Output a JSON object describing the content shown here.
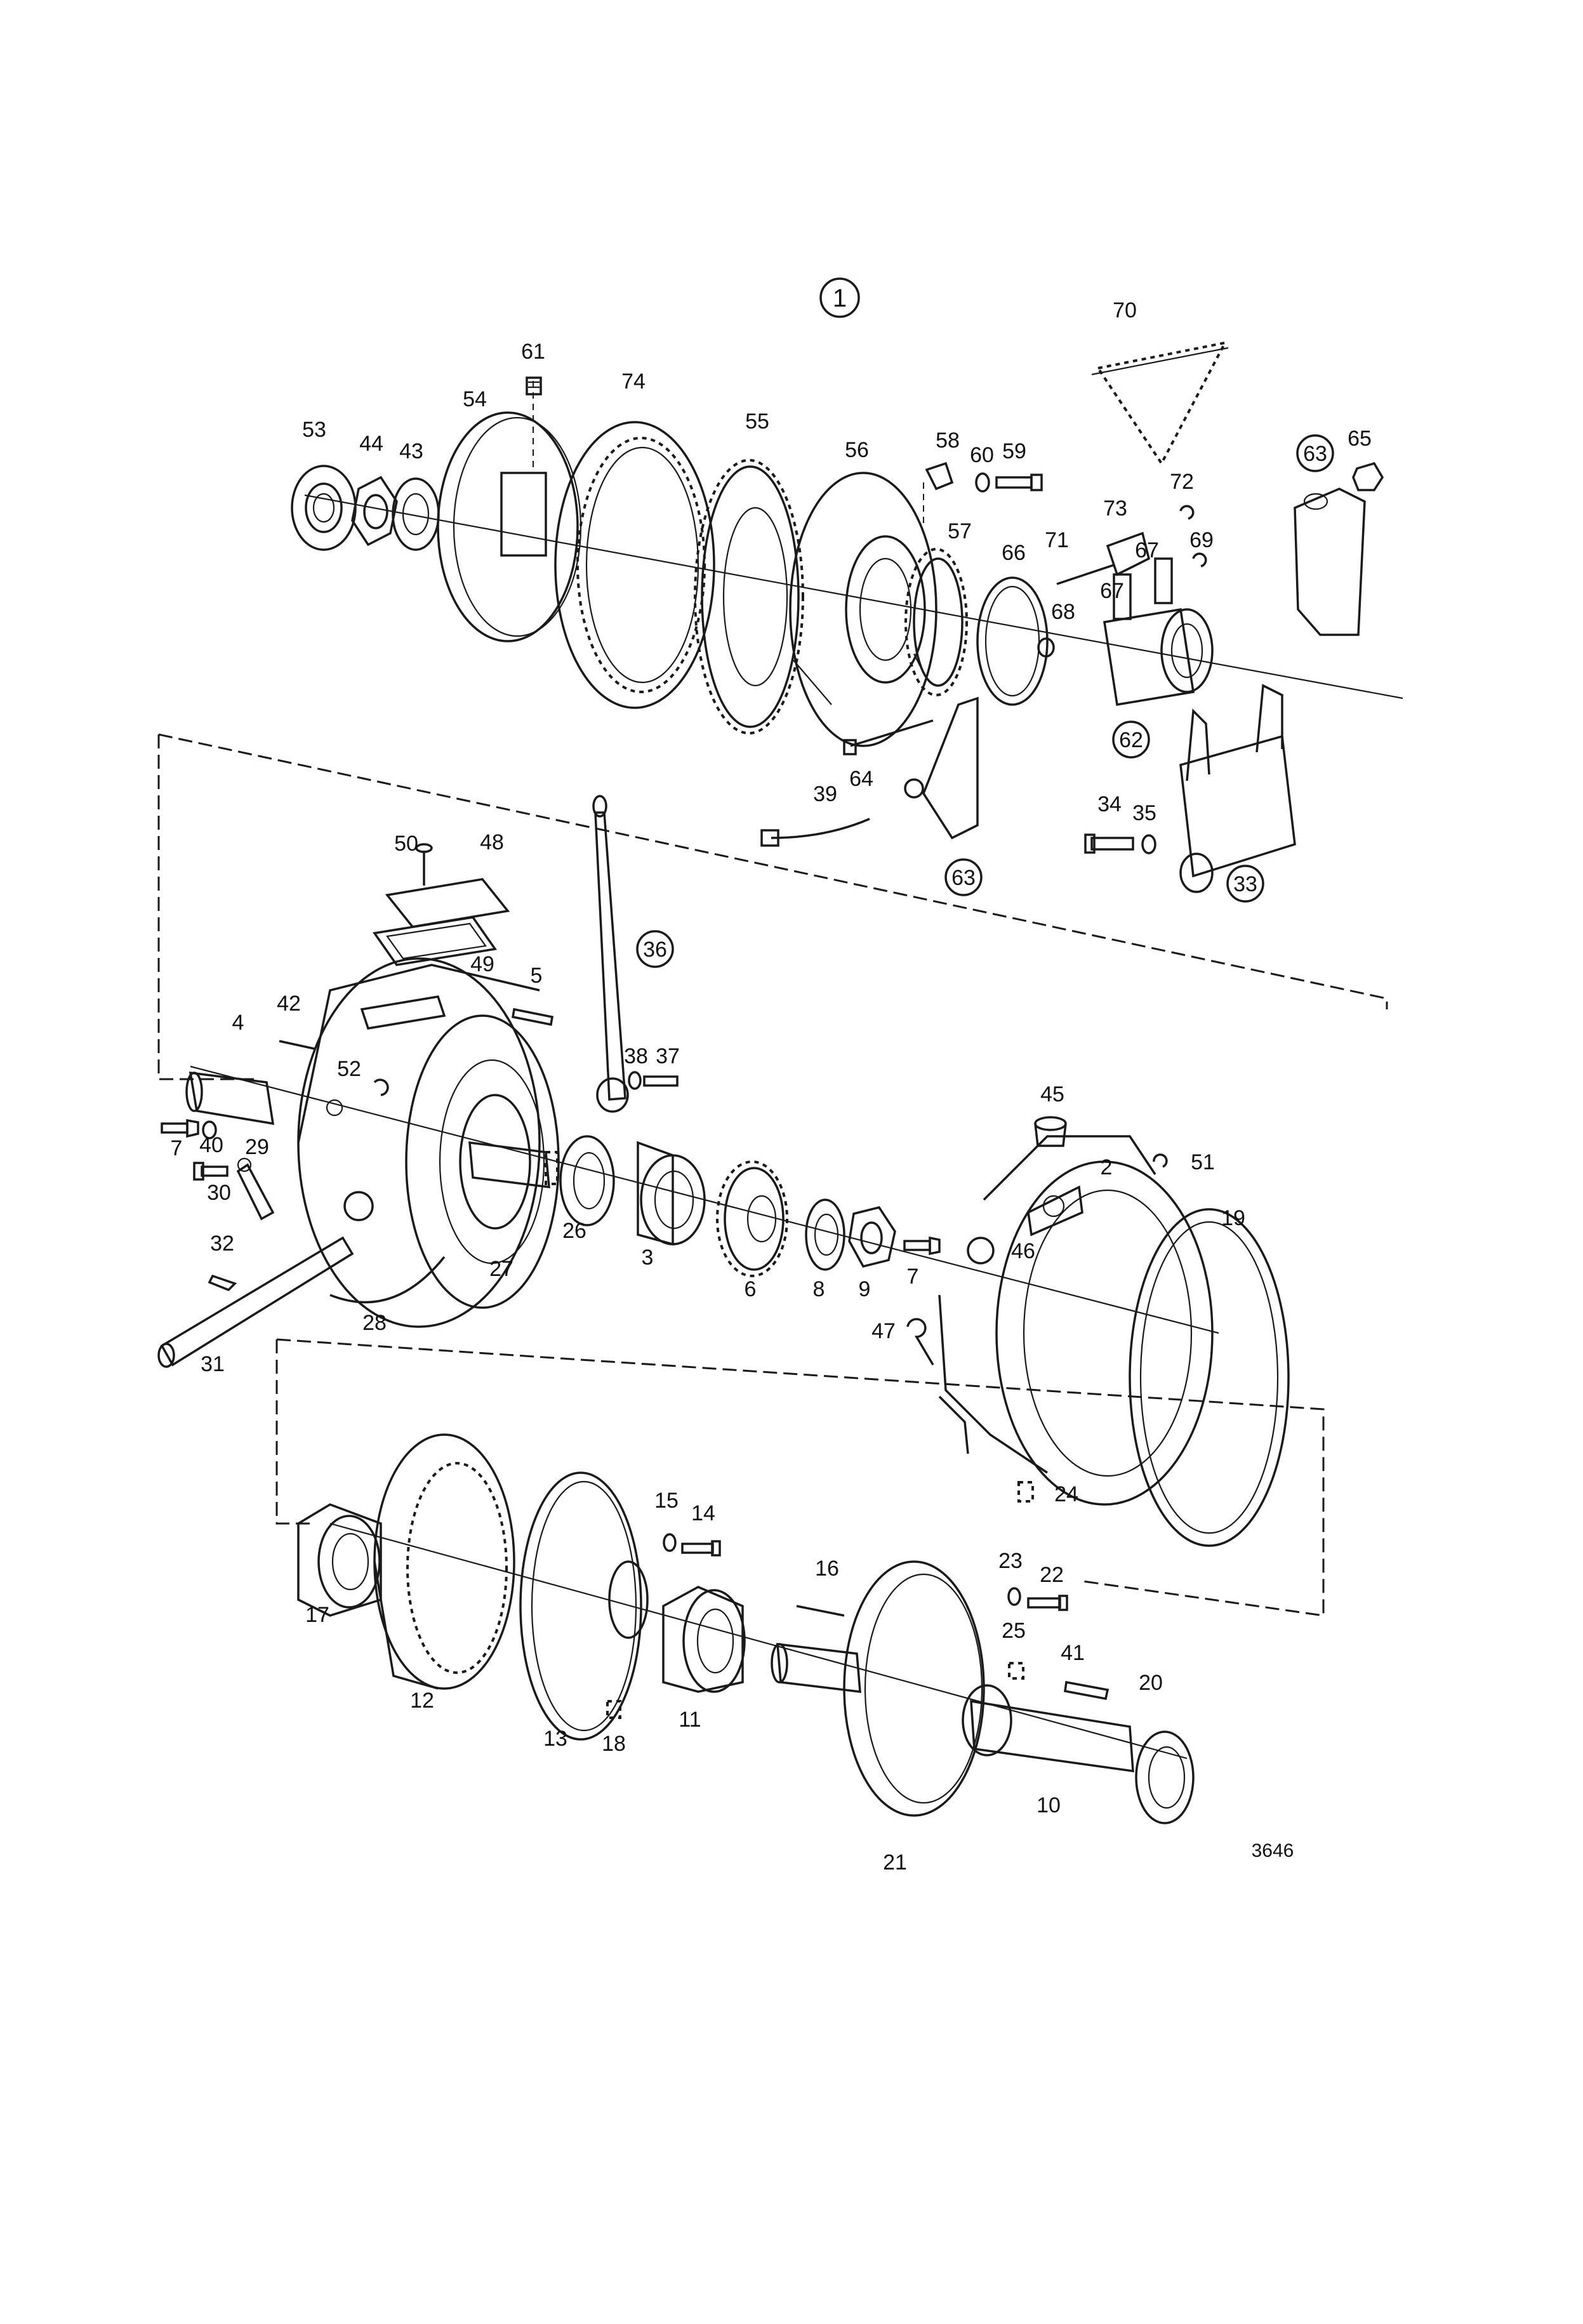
{
  "drawing": {
    "group_number": "1",
    "document_number": "3646",
    "encircled_labels": [
      "1",
      "63",
      "62",
      "63",
      "36",
      "33"
    ],
    "part_labels": [
      "61",
      "70",
      "54",
      "74",
      "55",
      "53",
      "44",
      "43",
      "56",
      "58",
      "60",
      "59",
      "65",
      "63",
      "72",
      "73",
      "57",
      "71",
      "67",
      "69",
      "66",
      "67",
      "68",
      "62",
      "64",
      "39",
      "63",
      "34",
      "35",
      "33",
      "50",
      "48",
      "49",
      "36",
      "5",
      "42",
      "4",
      "52",
      "38",
      "37",
      "7",
      "40",
      "29",
      "30",
      "45",
      "51",
      "2",
      "19",
      "26",
      "3",
      "6",
      "8",
      "9",
      "7",
      "27",
      "46",
      "32",
      "28",
      "31",
      "47",
      "24",
      "15",
      "14",
      "23",
      "22",
      "16",
      "17",
      "25",
      "41",
      "20",
      "12",
      "11",
      "13",
      "18",
      "10",
      "21"
    ]
  }
}
